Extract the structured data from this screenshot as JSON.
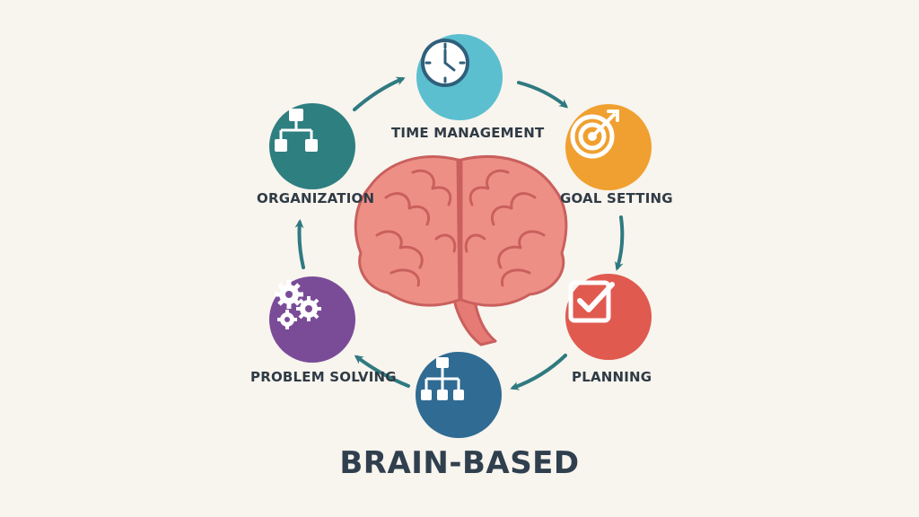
{
  "diagram": {
    "title": "BRAIN-BASED",
    "nodes": [
      {
        "id": "time",
        "label": "TIME MANAGEMENT",
        "icon": "clock-icon",
        "color": "#5bbfcf"
      },
      {
        "id": "goal",
        "label": "GOAL SETTING",
        "icon": "target-icon",
        "color": "#f0a030"
      },
      {
        "id": "planning",
        "label": "PLANNING",
        "icon": "checkbox-icon",
        "color": "#e05a50"
      },
      {
        "id": "bottom",
        "label": "",
        "icon": "hierarchy-icon",
        "color": "#2f6b92"
      },
      {
        "id": "problem",
        "label": "PROBLEM SOLVING",
        "icon": "gears-icon",
        "color": "#7a4c98"
      },
      {
        "id": "organization",
        "label": "ORGANIZATION",
        "icon": "hierarchy-icon",
        "color": "#2e7f80"
      }
    ],
    "center_icon": "brain-icon",
    "center_color": "#ec8c84",
    "arrow_color": "#2f7a80"
  }
}
